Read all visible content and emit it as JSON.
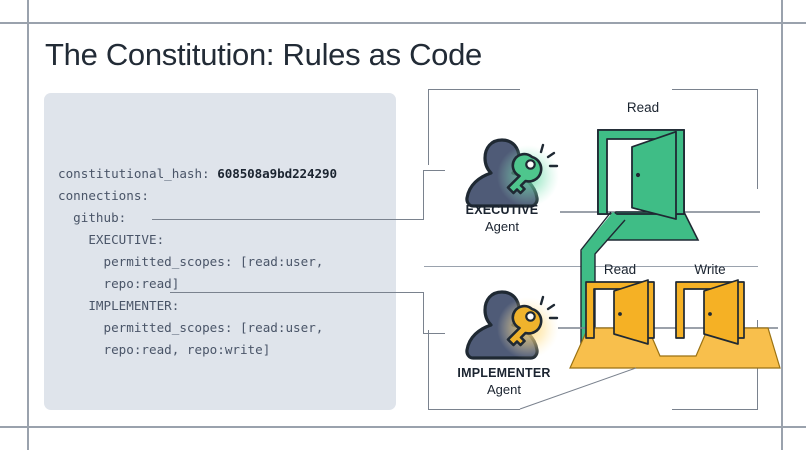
{
  "slide": {
    "title": "The Constitution: Rules as Code",
    "accent_green": "#35b37e",
    "accent_amber": "#f5b125",
    "avatar_color": "#4f5b77",
    "panel_bg": "#dfe4eb",
    "line_color": "#7a828e"
  },
  "code": {
    "lines": [
      "constitutional_hash: 608508a9bd224290",
      "connections:",
      "  github:",
      "    EXECUTIVE:",
      "      permitted_scopes: [read:user,",
      "      repo:read]",
      "    IMPLEMENTER:",
      "      permitted_scopes: [read:user,",
      "      repo:read, repo:write]"
    ],
    "hash_key": "constitutional_hash:",
    "hash_value": "608508a9bd224290",
    "connections_key": "connections:",
    "github_key": "github:",
    "executive_key": "EXECUTIVE:",
    "implementer_key": "IMPLEMENTER:",
    "exec_scopes_line1": "permitted_scopes: [read:user,",
    "exec_scopes_line2": "repo:read]",
    "impl_scopes_line1": "permitted_scopes: [read:user,",
    "impl_scopes_line2": "repo:read, repo:write]"
  },
  "diagram": {
    "executive": {
      "role": "EXECUTIVE",
      "subtitle": "Agent",
      "key_icon": "key-icon",
      "doors": [
        {
          "label": "Read",
          "color": "#35b37e"
        }
      ]
    },
    "implementer": {
      "role": "IMPLEMENTER",
      "subtitle": "Agent",
      "key_icon": "key-icon",
      "doors": [
        {
          "label": "Read",
          "color": "#f5b125"
        },
        {
          "label": "Write",
          "color": "#f5b125"
        }
      ]
    }
  }
}
